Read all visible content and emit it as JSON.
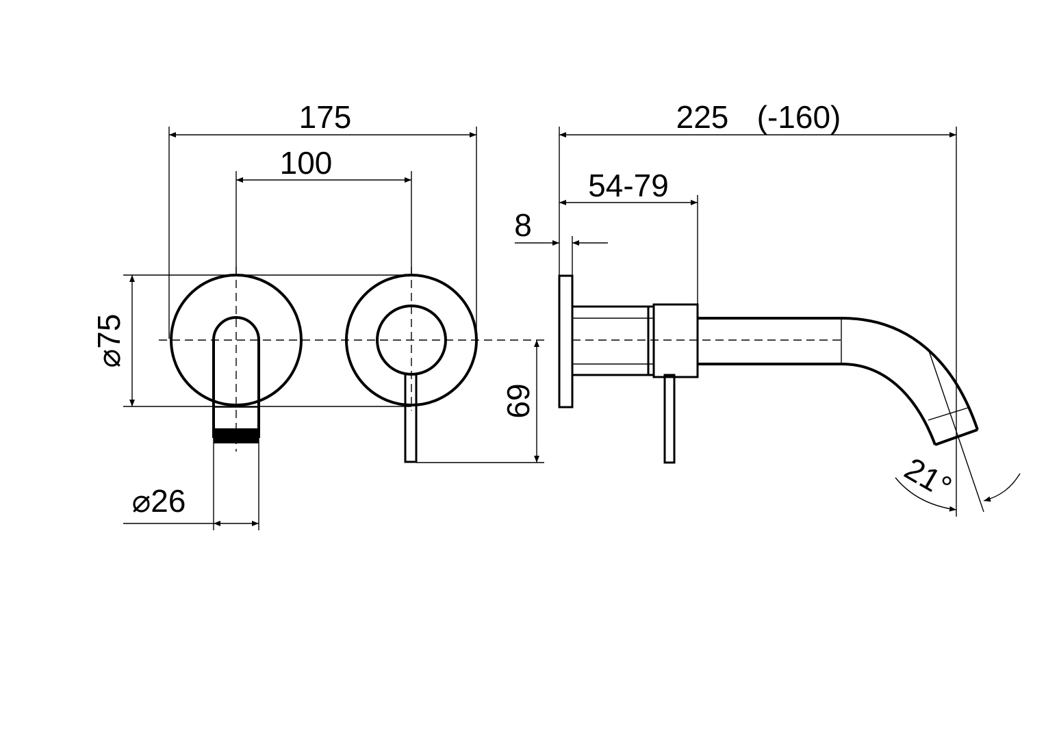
{
  "dimensions": {
    "width_total": "175",
    "spacing_centers": "100",
    "diameter_plate": "⌀75",
    "spout_diameter": "⌀26",
    "lever_height": "69",
    "projection": "225",
    "projection_alt": "(-160)",
    "wall_depth": "54-79",
    "plate_thickness": "8",
    "spout_angle": "21°"
  },
  "colors": {
    "line": "#000000",
    "background": "#ffffff"
  }
}
